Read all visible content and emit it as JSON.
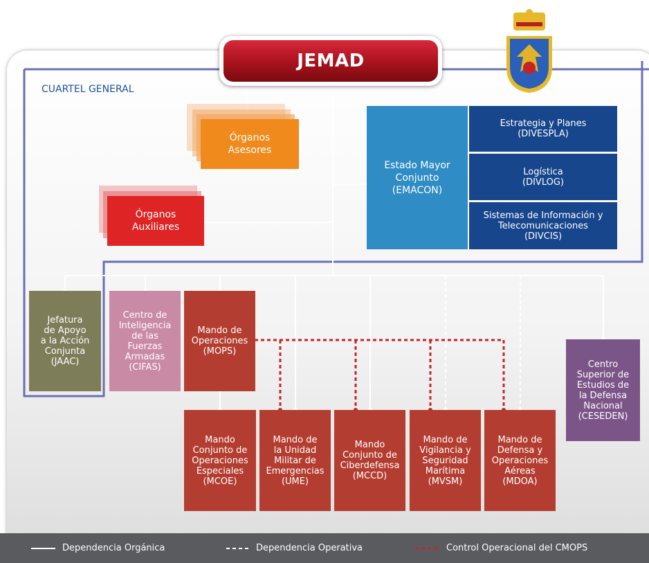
{
  "top": {
    "title": "JEMAD"
  },
  "headquarters_label": "CUARTEL GENERAL",
  "organos": {
    "asesores": [
      "Órganos",
      "Asesores"
    ],
    "auxiliares": [
      "Órganos",
      "Auxiliares"
    ]
  },
  "emacon": {
    "label": [
      "Estado Mayor",
      "Conjunto",
      "(EMACON)"
    ],
    "divisions": [
      [
        "Estrategia y Planes",
        "(DIVESPLA)"
      ],
      [
        "Logística",
        "(DIVLOG)"
      ],
      [
        "Sistemas de Información y",
        "Telecomunicaciones",
        "(DIVCIS)"
      ]
    ]
  },
  "level1": {
    "jaac": [
      "Jefatura",
      "de Apoyo",
      "a la Acción",
      "Conjunta",
      "(JAAC)"
    ],
    "cifas": [
      "Centro de",
      "Inteligencia",
      "de las",
      "Fuerzas",
      "Armadas",
      "(CIFAS)"
    ],
    "mops": [
      "Mando de",
      "Operaciones",
      "(MOPS)"
    ],
    "ceseden": [
      "Centro",
      "Superior de",
      "Estudios de",
      "la Defensa",
      "Nacional",
      "(CESEDEN)"
    ]
  },
  "commands": {
    "mcoe": [
      "Mando",
      "Conjunto de",
      "Operaciones",
      "Especiales",
      "(MCOE)"
    ],
    "ume": [
      "Mando de",
      "la Unidad",
      "Militar de",
      "Emergencias",
      "(UME)"
    ],
    "mccd": [
      "Mando",
      "Conjunto de",
      "Ciberdefensa",
      "(MCCD)"
    ],
    "mvsm": [
      "Mando de",
      "Vigilancia y",
      "Seguridad",
      "Marítima",
      "(MVSM)"
    ],
    "mdoa": [
      "Mando de",
      "Defensa y",
      "Operaciones",
      "Aéreas",
      "(MDOA)"
    ]
  },
  "legend": {
    "organica": "Dependencia Orgánica",
    "operativa": "Dependencia Operativa",
    "control": "Control Operacional del CMOPS"
  },
  "colors": {
    "navy": "#1b3f7e",
    "emacon_blue": "#2f8cc4",
    "division_blue": "#17468c",
    "orange": "#f08a1c",
    "red": "#de2424",
    "olive": "#7d7d5a",
    "pink": "#c98aa6",
    "brown_red": "#b33d30",
    "purple": "#7c5588",
    "frame_blue": "#6b6fb4",
    "control_red": "#c0282c"
  }
}
